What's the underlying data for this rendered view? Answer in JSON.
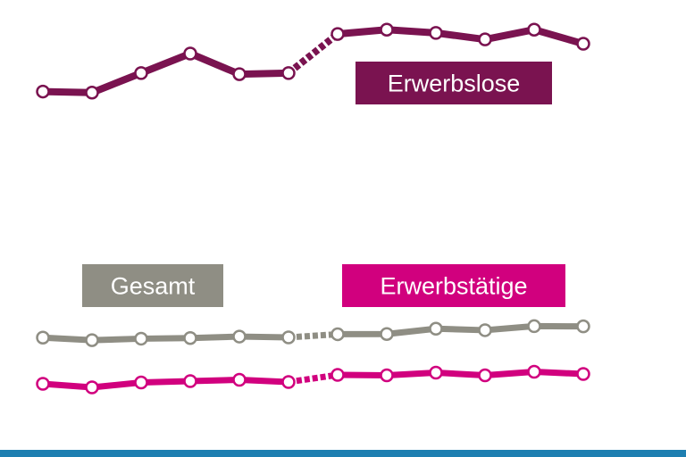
{
  "chart_data": {
    "type": "line",
    "title": "",
    "xlabel": "",
    "ylabel": "",
    "x": [
      1,
      2,
      3,
      4,
      5,
      6,
      7,
      8,
      9,
      10,
      11,
      12
    ],
    "break_after_index": 5,
    "series": [
      {
        "name": "Erwerbslose",
        "color": "#7a1350",
        "values": [
          132,
          131,
          149,
          167,
          148,
          149,
          185,
          189,
          186,
          180,
          189,
          176
        ]
      },
      {
        "name": "Gesamt",
        "color": "#8f8e84",
        "values": [
          100.0,
          98.8,
          99.5,
          99.8,
          100.5,
          100.1,
          101.6,
          101.7,
          104.2,
          103.5,
          105.4,
          105.3
        ]
      },
      {
        "name": "Erwerbstätige",
        "color": "#d1007e",
        "values": [
          100.0,
          99.2,
          100.3,
          100.6,
          100.9,
          100.4,
          102.0,
          101.9,
          102.5,
          101.9,
          102.7,
          102.2
        ]
      }
    ],
    "legend_placement": "inline labels near lines",
    "grid": false,
    "axes_visible": false
  },
  "footer": {
    "bar_color": "#1e7fb1"
  }
}
